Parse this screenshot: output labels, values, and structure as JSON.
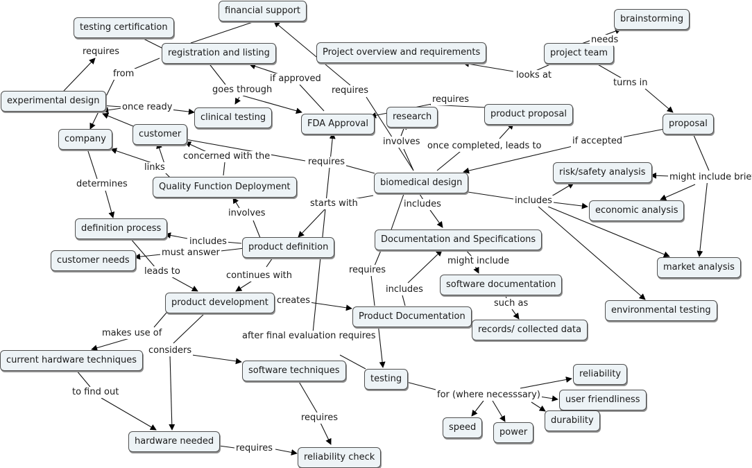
{
  "concepts": {
    "financial_support": "financial support",
    "testing_certification": "testing certification",
    "registration_listing": "registration and listing",
    "brainstorming": "brainstorming",
    "project_overview": "Project overview and requirements",
    "project_team": "project team",
    "experimental_design": "experimental design",
    "clinical_testing": "clinical testing",
    "fda_approval": "FDA Approval",
    "research": "research",
    "product_proposal": "product proposal",
    "proposal": "proposal",
    "company": "company",
    "customer": "customer",
    "risk_safety": "risk/safety analysis",
    "qfd": "Quality Function Deployment",
    "biomedical_design": "biomedical design",
    "economic_analysis": "economic analysis",
    "definition_process": "definition process",
    "doc_specs": "Documentation and Specifications",
    "product_definition": "product definition",
    "customer_needs": "customer needs",
    "market_analysis": "market analysis",
    "software_documentation": "software documentation",
    "product_development": "product development",
    "environmental_testing": "environmental testing",
    "product_documentation": "Product Documentation",
    "records": "records/ collected data",
    "current_hw": "current hardware techniques",
    "software_techniques": "software techniques",
    "testing": "testing",
    "reliability": "reliability",
    "user_friendliness": "user friendliness",
    "durability": "durability",
    "speed": "speed",
    "power": "power",
    "hardware_needed": "hardware needed",
    "reliability_check": "reliability check"
  },
  "links": {
    "requires_tc": "requires",
    "from": "from",
    "needs": "needs",
    "looks_at": "looks at",
    "if_approved": "if approved",
    "requires_fda": "requires",
    "goes_through": "goes through",
    "turns_in": "turns in",
    "once_ready": "once ready",
    "requires_research": "requires",
    "concerned_with": "concerned with the",
    "involves_research": "involves",
    "once_completed": "once completed, leads to",
    "if_accepted": "if accepted",
    "links": "links",
    "requires_customer": "requires",
    "might_include_brief": "might include brief",
    "determines": "determines",
    "starts_with": "starts with",
    "includes_doc": "includes",
    "includes_analysis": "includes",
    "involves_qfd": "involves",
    "includes_def": "includes",
    "must_answer": "must answer",
    "might_include": "might include",
    "leads_to": "leads to",
    "continues_with": "continues with",
    "requires_pd": "requires",
    "includes_pd": "includes",
    "such_as": "such as",
    "creates": "creates",
    "makes_use_of": "makes use of",
    "after_final": "after final evaluation requires",
    "considers": "considers",
    "for_where": "for (where necesssary)",
    "to_find_out": "to find out",
    "requires_rc": "requires",
    "requires_hw": "requires"
  }
}
